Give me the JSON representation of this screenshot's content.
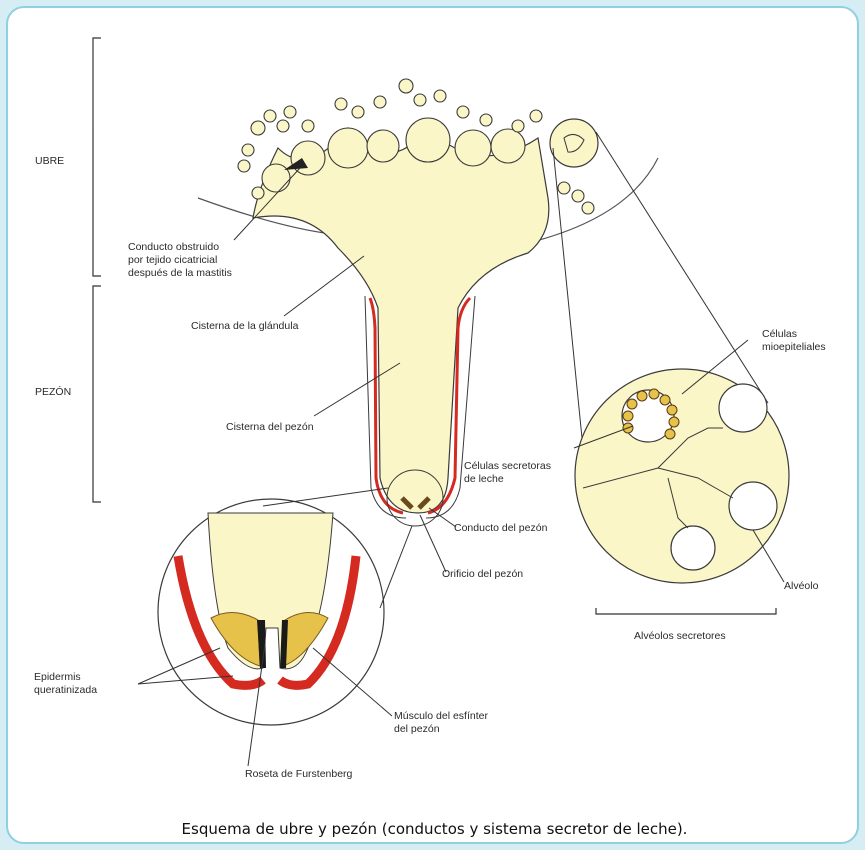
{
  "labels": {
    "ubre": "UBRE",
    "pezon": "PEZÓN",
    "conducto_obstruido_1": "Conducto obstruido",
    "conducto_obstruido_2": "por tejido cicatricial",
    "conducto_obstruido_3": "después de la mastitis",
    "cisterna_glandula": "Cisterna de la glándula",
    "cisterna_pezon": "Cisterna del pezón",
    "celulas_mioepiteliales_1": "Células",
    "celulas_mioepiteliales_2": "mioepiteliales",
    "celulas_secretoras_1": "Células secretoras",
    "celulas_secretoras_2": "de leche",
    "conducto_pezon": "Conducto del pezón",
    "orificio_pezon": "Orificio del pezón",
    "alveolo": "Alvéolo",
    "alveolos_secretores": "Alvéolos secretores",
    "epidermis_1": "Epidermis",
    "epidermis_2": "queratinizada",
    "musculo_1": "Músculo del esfínter",
    "musculo_2": "del pezón",
    "roseta": "Roseta de Furstenberg"
  },
  "caption": "Esquema de ubre y pezón (conductos y sistema secretor de leche).",
  "colors": {
    "tissue": "#fbf6c8",
    "outline": "#3a3a3a",
    "epidermis_red": "#d42a20",
    "muscle_gold": "#e6c24a",
    "frame_border": "#8fd0df"
  }
}
